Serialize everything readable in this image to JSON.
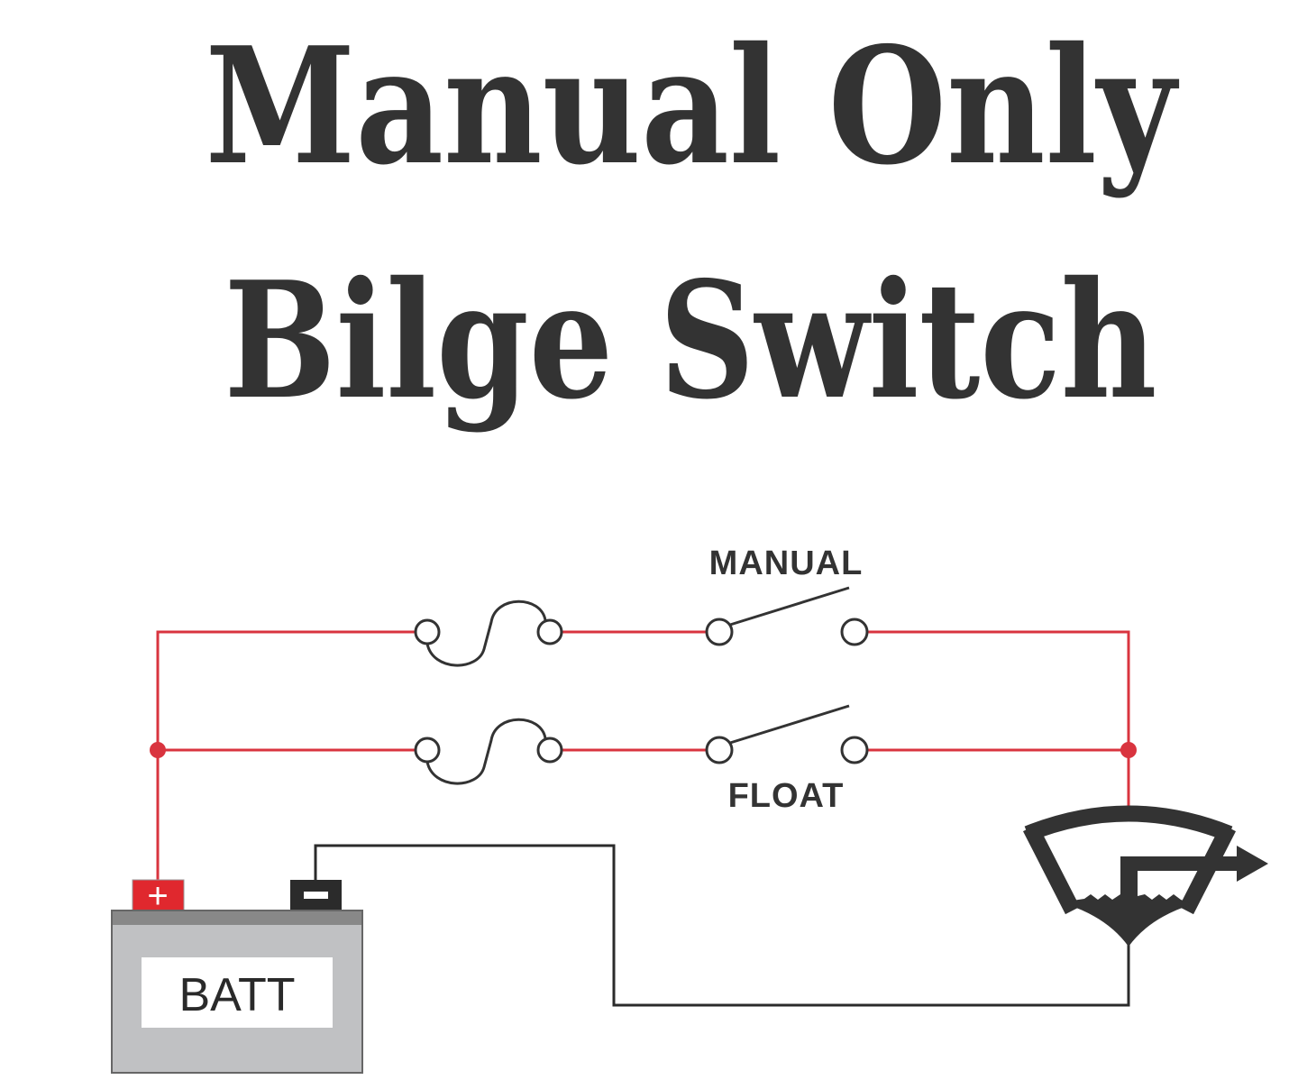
{
  "title": {
    "line1": "Manual Only",
    "line2": "Bilge Switch"
  },
  "labels": {
    "manual": "MANUAL",
    "float": "FLOAT",
    "battery": "BATT",
    "positive": "+"
  },
  "colors": {
    "title": "#333333",
    "positive_wire": "#d9343f",
    "negative_wire": "#2b2b2b",
    "battery_body": "#c0c1c3",
    "battery_top": "#888888",
    "positive_terminal": "#e0282e",
    "pump_symbol": "#333333"
  }
}
